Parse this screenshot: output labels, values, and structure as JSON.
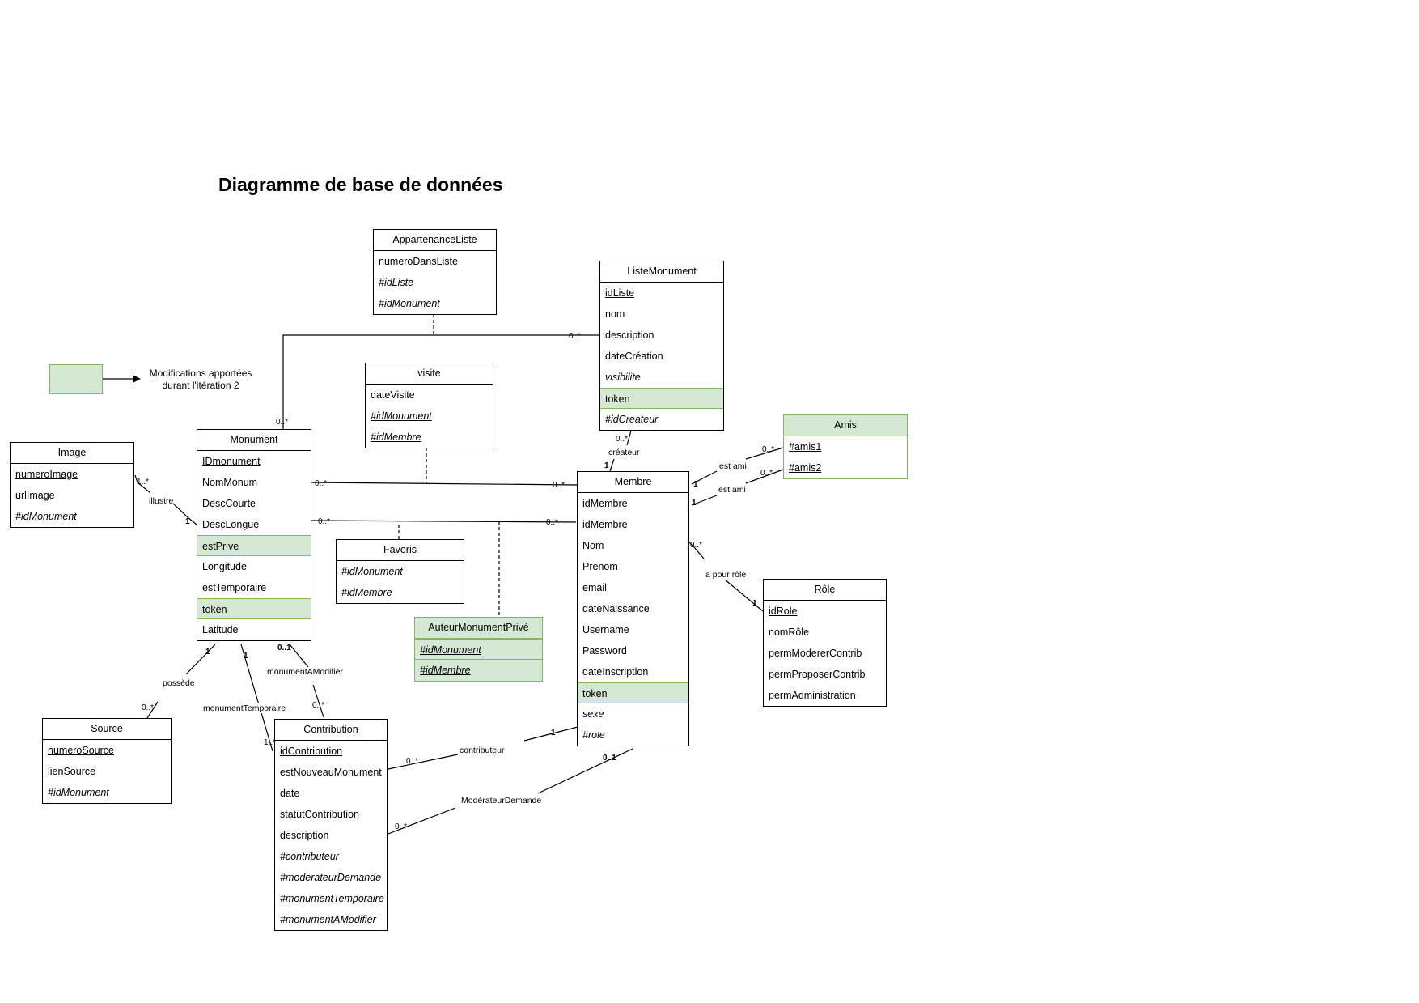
{
  "title": "Diagramme de base de données",
  "legend": {
    "text": "Modifications apportées durant l'itération 2",
    "color": "#d5e8d4"
  },
  "entities": {
    "appartenance_liste": {
      "name": "AppartenanceListe",
      "fields": [
        "numeroDansListe",
        "#idListe",
        "#idMonument"
      ]
    },
    "liste_monument": {
      "name": "ListeMonument",
      "fields": [
        "idListe",
        "nom",
        "description",
        "dateCréation",
        "visibilite",
        "token",
        "#idCreateur"
      ]
    },
    "visite": {
      "name": "visite",
      "fields": [
        "dateVisite",
        "#idMonument",
        "#idMembre"
      ]
    },
    "amis": {
      "name": "Amis",
      "fields": [
        "#amis1",
        "#amis2"
      ]
    },
    "image": {
      "name": "Image",
      "fields": [
        "numeroImage",
        "urlImage",
        "#idMonument"
      ]
    },
    "monument": {
      "name": "Monument",
      "fields": [
        "IDmonument",
        "NomMonum",
        "DescCourte",
        "DescLongue",
        "estPrive",
        "Longitude",
        "estTemporaire",
        "token",
        "Latitude"
      ]
    },
    "membre": {
      "name": "Membre",
      "fields": [
        "idMembre",
        "idMembre",
        "Nom",
        "Prenom",
        "email",
        "dateNaissance",
        "Username",
        "Password",
        "dateInscription",
        "token",
        "sexe",
        "#role"
      ]
    },
    "favoris": {
      "name": "Favoris",
      "fields": [
        "#idMonument",
        "#idMembre"
      ]
    },
    "auteur_monument_prive": {
      "name": "AuteurMonumentPrivé",
      "fields": [
        "#idMonument",
        "#idMembre"
      ]
    },
    "role": {
      "name": "Rôle",
      "fields": [
        "idRole",
        "nomRôle",
        "permModererContrib",
        "permProposerContrib",
        "permAdministration"
      ]
    },
    "source": {
      "name": "Source",
      "fields": [
        "numeroSource",
        "lienSource",
        "#idMonument"
      ]
    },
    "contribution": {
      "name": "Contribution",
      "fields": [
        "idContribution",
        "estNouveauMonument",
        "date",
        "statutContribution",
        "description",
        "#contributeur",
        "#moderateurDemande",
        "#monumentTemporaire",
        "#monumentAModifier"
      ]
    }
  },
  "relations": {
    "illustre": "illustre",
    "createur": "créateur",
    "est_ami_1": "est ami",
    "est_ami_2": "est ami",
    "a_pour_role": "a pour rôle",
    "possede": "possède",
    "monument_temporaire": "monumentTemporaire",
    "monument_a_modifier": "monumentAModifier",
    "contributeur": "contributeur",
    "moderateur_demande": "ModérateurDemande"
  },
  "multiplicities": {
    "liste_appartenance": "0..*",
    "monument_appartenance": "0..*",
    "image_side": "1..*",
    "image_monument": "1",
    "visite_monument": "0..*",
    "visite_membre": "0..*",
    "favoris_monument": "0..*",
    "favoris_membre": "0..*",
    "liste_createur": "0..*",
    "membre_createur": "1",
    "membre_ami1": "1",
    "amis_ami1": "0..*",
    "membre_ami2": "1",
    "amis_ami2": "0..*",
    "membre_role": "0..*",
    "role_side": "1",
    "monument_source": "1",
    "source_side": "0..*",
    "monument_temp": "1",
    "contrib_temp": "1..*",
    "monument_modif": "0..1",
    "contrib_modif": "0..*",
    "membre_contributeur": "1",
    "contrib_contributeur": "0..*",
    "membre_moderateur": "0..1",
    "contrib_moderateur": "0..*"
  }
}
